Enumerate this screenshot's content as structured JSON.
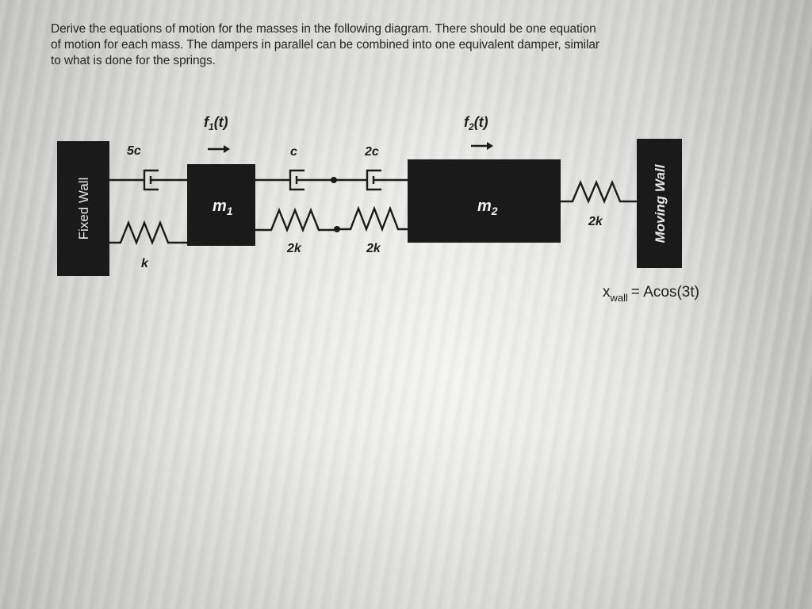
{
  "problem": {
    "lines": [
      "Derive the equations of motion for the masses in the following diagram.  There should be one equation",
      "of motion for each mass.  The dampers in parallel can be combined into one equivalent damper, similar",
      "to what is done for the springs."
    ]
  },
  "diagram": {
    "fixed_wall": {
      "label": "Fixed Wall"
    },
    "moving_wall": {
      "label": "Moving Wall"
    },
    "mass1": {
      "label": "m",
      "subscript": "1"
    },
    "mass2": {
      "label": "m",
      "subscript": "2"
    },
    "forces": [
      {
        "label": "f",
        "subscript": "1",
        "suffix": "(t)",
        "direction": "right-arrow"
      },
      {
        "label": "f",
        "subscript": "2",
        "suffix": "(t)",
        "direction": "right-arrow"
      }
    ],
    "dampers": [
      {
        "label": "5c",
        "connects": "fixed-wall to m1"
      },
      {
        "label": "c",
        "connects": "m1 to junction"
      },
      {
        "label": "2c",
        "connects": "junction to m2"
      }
    ],
    "springs": [
      {
        "label": "k",
        "connects": "fixed-wall to m1"
      },
      {
        "label": "2k",
        "connects": "m1 to junction"
      },
      {
        "label": "2k",
        "connects": "junction to m2"
      },
      {
        "label": "2k",
        "connects": "m2 to moving-wall"
      }
    ],
    "wall_motion": {
      "variable": "x",
      "subscript": "wall",
      "expression": "= Acos(3t)"
    }
  },
  "colors": {
    "block": "#1a1a1a",
    "line": "#1b1b1b",
    "text": "#262626",
    "block_text": "#eeeeee"
  }
}
